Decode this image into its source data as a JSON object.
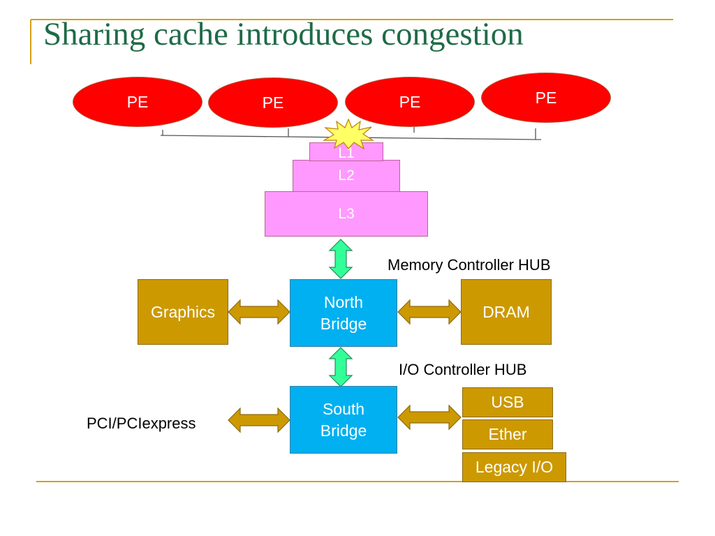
{
  "title": "Sharing cache introduces congestion",
  "pes": [
    "PE",
    "PE",
    "PE",
    "PE"
  ],
  "cache": {
    "l1": "L1",
    "l2": "L2",
    "l3": "L3"
  },
  "labels": {
    "memory_hub": "Memory Controller HUB",
    "io_hub": "I/O Controller HUB",
    "pci": "PCI/PCIexpress"
  },
  "blocks": {
    "graphics": "Graphics",
    "north_line1": "North",
    "north_line2": "Bridge",
    "dram": "DRAM",
    "south_line1": "South",
    "south_line2": "Bridge",
    "usb": "USB",
    "ether": "Ether",
    "legacy": "Legacy I/O"
  },
  "colors": {
    "title": "#1f6b47",
    "pe": "#ff0000",
    "cache": "#ff99ff",
    "gold": "#cc9900",
    "bridge": "#00b0f0",
    "bus_arrow": "#33ff99",
    "rule": "#d4a017"
  }
}
